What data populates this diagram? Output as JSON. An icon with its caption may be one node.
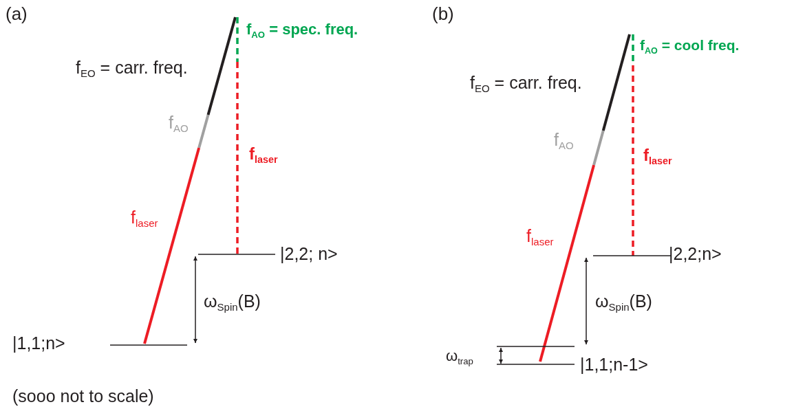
{
  "diagram": {
    "labels": [
      "(a)",
      "f$_{AO}$ = spec. freq.",
      "f$_{EO}$ = carr. freq.",
      "f$_{AO}$",
      "f$_{laser}$",
      "f$_{laser}$",
      "|2,2; n>",
      "ω$_{Spin}$(B)",
      "|1,1;n>",
      "(sooo not to scale)",
      "(b)",
      "f$_{AO}$ = cool freq.",
      "f$_{EO}$ = carr. freq.",
      "f$_{AO}$",
      "f$_{laser}$",
      "f$_{laser}$",
      "|2,2;n>",
      "ω$_{Spin}$(B)",
      "ω$_{trap}$",
      "|1,1;n-1>"
    ]
  }
}
